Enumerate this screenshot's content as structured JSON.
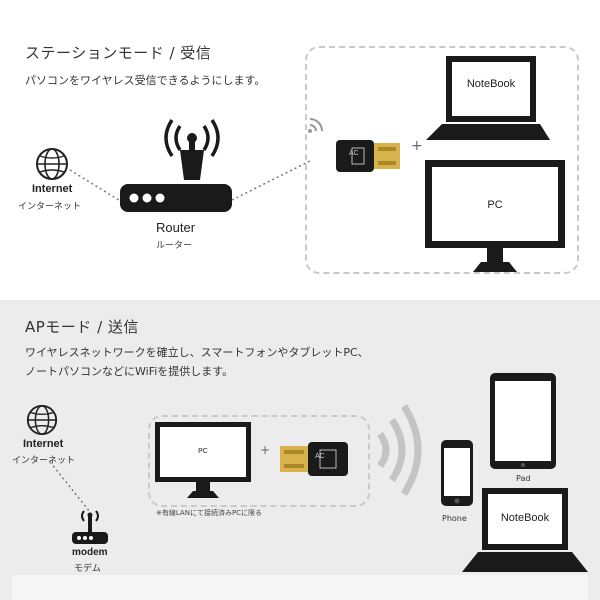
{
  "station": {
    "title": "ステーションモード / 受信",
    "description": "パソコンをワイヤレス受信できるようにします。",
    "internet_label": "Internet",
    "internet_jp": "インターネット",
    "router_label": "Router",
    "router_jp": "ルーター",
    "plus": "+",
    "notebook_label": "NoteBook",
    "pc_label": "PC",
    "adapter_text": "AC"
  },
  "ap": {
    "title": "APモード / 送信",
    "description_line1": "ワイヤレスネットワークを確立し、スマートフォンやタブレットPC、",
    "description_line2": "ノートパソコンなどにWiFiを提供します。",
    "internet_label": "Internet",
    "internet_jp": "インターネット",
    "modem_label": "modem",
    "modem_jp": "モデム",
    "pc_label": "PC",
    "plus": "+",
    "note": "※有線LANにて接続済みPCに限る",
    "pad_label": "Pad",
    "phone_label": "Phone",
    "notebook_label": "NoteBook",
    "adapter_text": "AC"
  },
  "colors": {
    "bottom_background": "#ececec",
    "device_black": "#1a1a1a",
    "usb_gold": "#d8b24a",
    "dashed_border": "#c9c9c9"
  }
}
